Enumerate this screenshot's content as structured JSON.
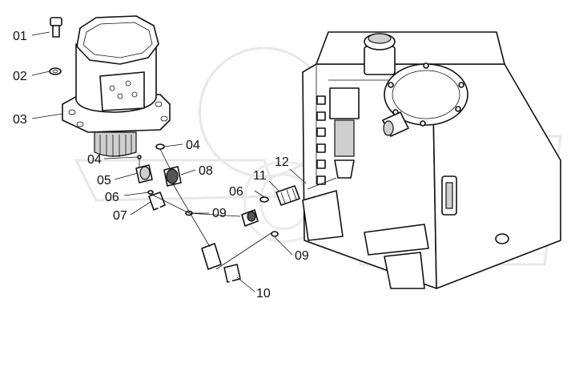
{
  "callouts": [
    {
      "id": "c01",
      "text": "01"
    },
    {
      "id": "c02",
      "text": "02"
    },
    {
      "id": "c03",
      "text": "03"
    },
    {
      "id": "c04a",
      "text": "04"
    },
    {
      "id": "c04b",
      "text": "04"
    },
    {
      "id": "c05",
      "text": "05"
    },
    {
      "id": "c06a",
      "text": "06"
    },
    {
      "id": "c06b",
      "text": "06"
    },
    {
      "id": "c07",
      "text": "07"
    },
    {
      "id": "c08",
      "text": "08"
    },
    {
      "id": "c09a",
      "text": "09"
    },
    {
      "id": "c09b",
      "text": "09"
    },
    {
      "id": "c10",
      "text": "10"
    },
    {
      "id": "c11",
      "text": "11"
    },
    {
      "id": "c12",
      "text": "12"
    }
  ],
  "watermark_text": "ORIX"
}
